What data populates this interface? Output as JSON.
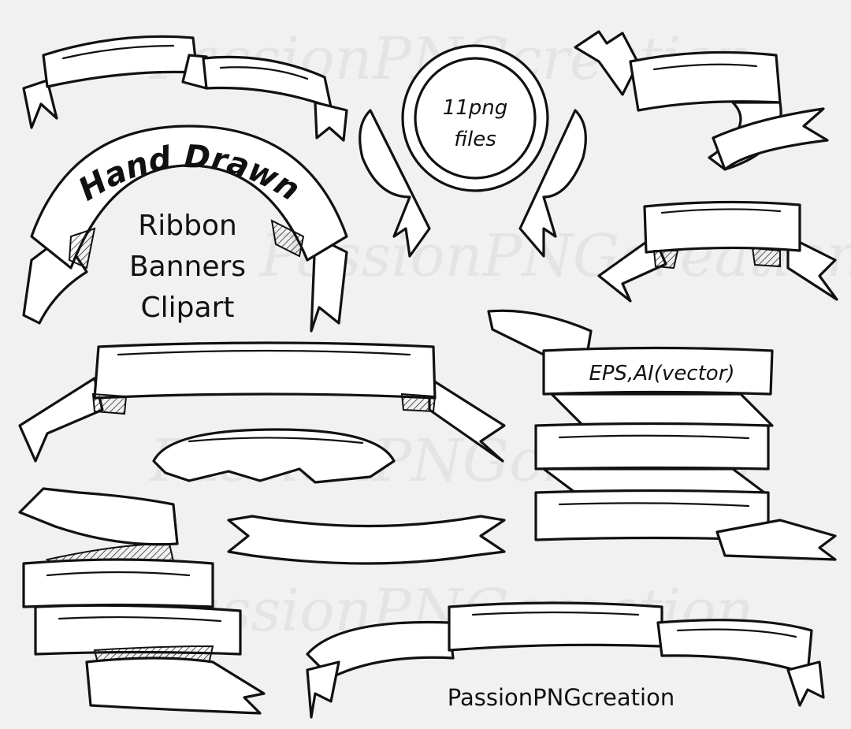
{
  "watermark": "PassionPNGcreation",
  "heading": {
    "arc_title": "Hand Drawn",
    "line1": "Ribbon",
    "line2": "Banners",
    "line3": "Clipart"
  },
  "badge": {
    "line1": "11png",
    "line2": "files"
  },
  "format_label": "EPS,AI(vector)",
  "brand_name": "PassionPNGcreation",
  "colors": {
    "background": "#f1f1f1",
    "ink": "#111111",
    "fill": "#ffffff",
    "watermark": "#e4e4e4"
  }
}
